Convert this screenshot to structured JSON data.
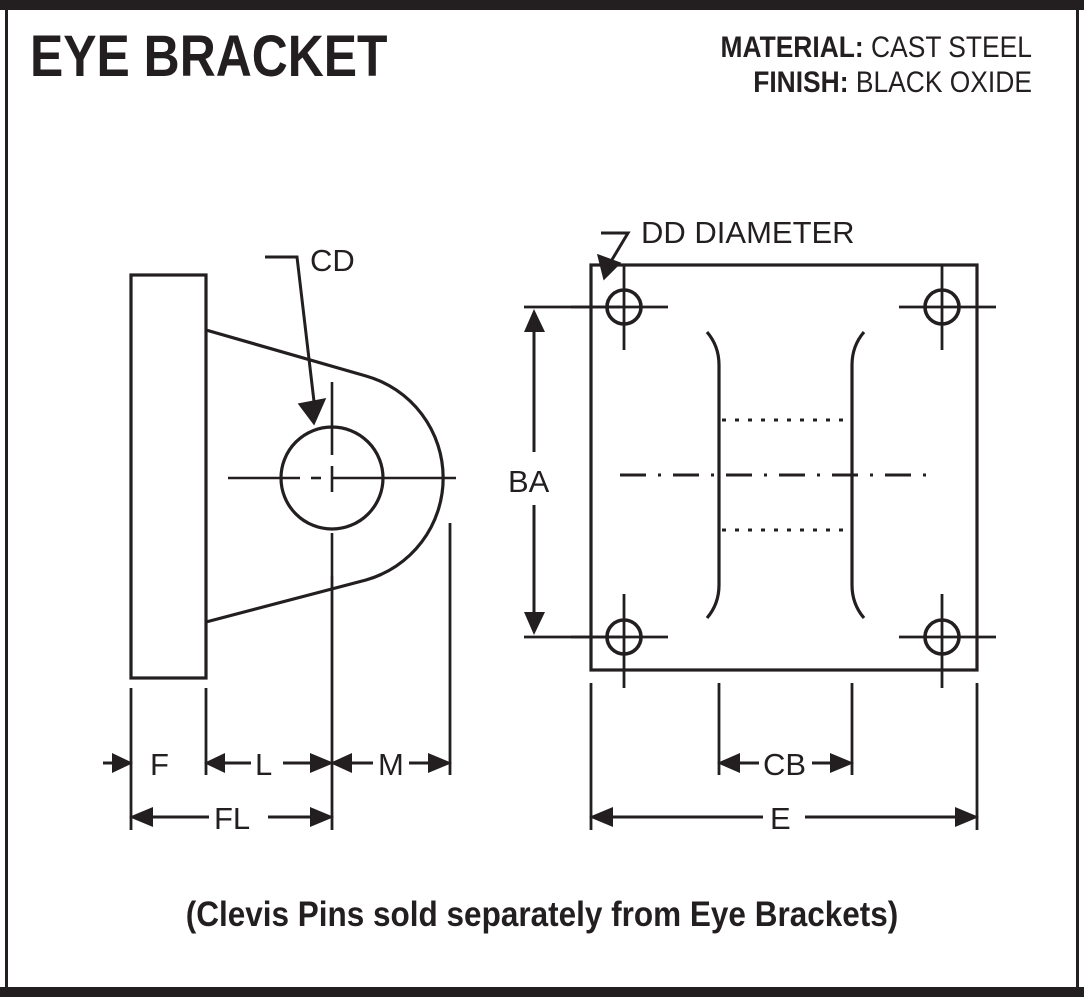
{
  "sheet": {
    "title": "EYE BRACKET",
    "caption": "(Clevis Pins sold separately from Eye Brackets)",
    "ink_color": "#231f20",
    "background_color": "#ffffff"
  },
  "specs": {
    "material_label": "MATERIAL:",
    "material_value": "CAST STEEL",
    "finish_label": "FINISH:",
    "finish_value": "BLACK OXIDE"
  },
  "side_view": {
    "leader_label": "CD",
    "dimensions": {
      "f": "F",
      "l": "L",
      "m": "M",
      "fl": "FL"
    }
  },
  "front_view": {
    "leader_label": "DD DIAMETER",
    "dimensions": {
      "ba": "BA",
      "cb": "CB",
      "e": "E"
    }
  }
}
